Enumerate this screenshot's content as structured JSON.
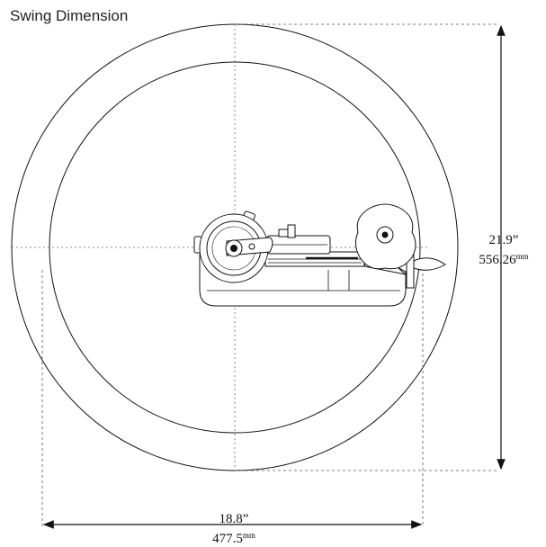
{
  "title": "Swing Dimension",
  "vertical_dimension": {
    "inches": "21.9”",
    "mm_value": "556.26",
    "mm_unit": "mm"
  },
  "horizontal_dimension": {
    "inches": "18.8”",
    "mm_value": "477.5",
    "mm_unit": "mm"
  },
  "colors": {
    "line": "#111111",
    "dashed": "#555555",
    "machine_fill": "#ffffff"
  }
}
